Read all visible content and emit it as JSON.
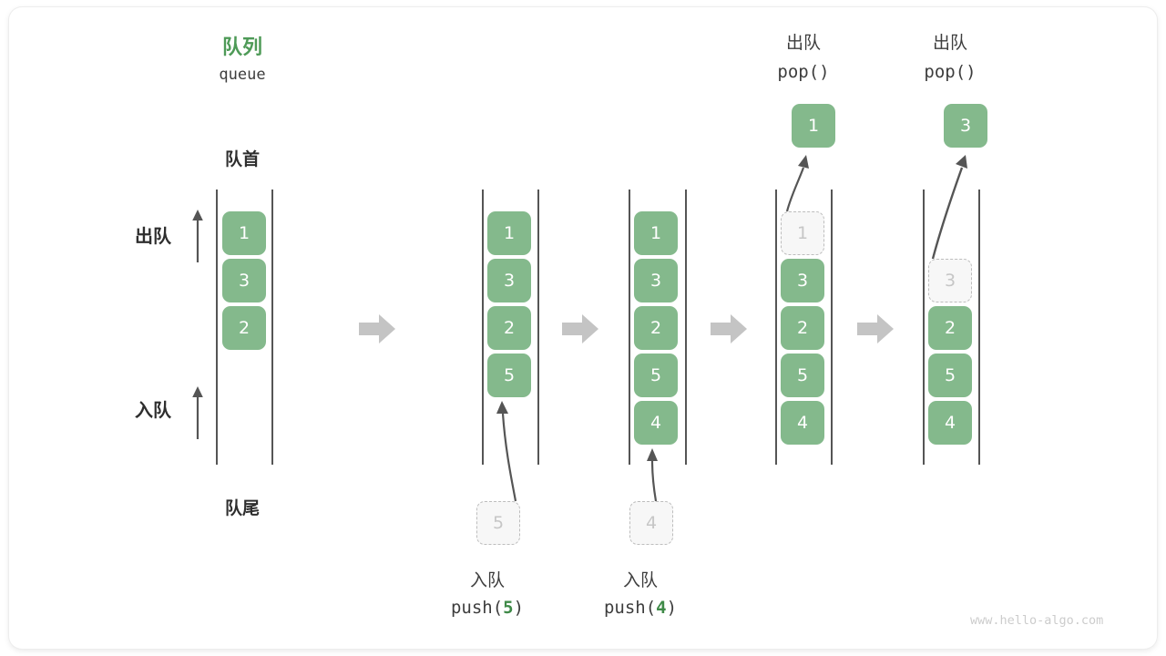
{
  "diagram": {
    "title_cn": "队列",
    "title_en": "queue",
    "front_label": "队首",
    "rear_label": "队尾",
    "dequeue_side_label": "出队",
    "enqueue_side_label": "入队",
    "watermark": "www.hello-algo.com",
    "accent_green": "#4E9A57",
    "cell_green": "#84b98c",
    "ghost_gray": "#c6c6c6",
    "rail_gray": "#555555",
    "flow_arrow_gray": "#c4c4c4"
  },
  "columns": [
    {
      "id": "initial",
      "header_cn": "",
      "header_code": "",
      "cells": [
        "1",
        "3",
        "2"
      ],
      "ghost_index": -1,
      "caption_cn": "",
      "caption_code_prefix": "",
      "caption_code_num": "",
      "caption_code_suffix": "",
      "incoming_value": "",
      "popped_value": ""
    },
    {
      "id": "push-5",
      "header_cn": "",
      "header_code": "",
      "cells": [
        "1",
        "3",
        "2",
        "5"
      ],
      "ghost_index": -1,
      "caption_cn": "入队",
      "caption_code_prefix": "push(",
      "caption_code_num": "5",
      "caption_code_suffix": ")",
      "incoming_value": "5",
      "popped_value": ""
    },
    {
      "id": "push-4",
      "header_cn": "",
      "header_code": "",
      "cells": [
        "1",
        "3",
        "2",
        "5",
        "4"
      ],
      "ghost_index": -1,
      "caption_cn": "入队",
      "caption_code_prefix": "push(",
      "caption_code_num": "4",
      "caption_code_suffix": ")",
      "incoming_value": "4",
      "popped_value": ""
    },
    {
      "id": "pop-1",
      "header_cn": "出队",
      "header_code": "pop()",
      "cells": [
        "1",
        "3",
        "2",
        "5",
        "4"
      ],
      "ghost_index": 0,
      "caption_cn": "",
      "caption_code_prefix": "",
      "caption_code_num": "",
      "caption_code_suffix": "",
      "incoming_value": "",
      "popped_value": "1"
    },
    {
      "id": "pop-3",
      "header_cn": "出队",
      "header_code": "pop()",
      "cells": [
        "3",
        "2",
        "5",
        "4"
      ],
      "ghost_index": 0,
      "caption_cn": "",
      "caption_code_prefix": "",
      "caption_code_num": "",
      "caption_code_suffix": "",
      "incoming_value": "",
      "popped_value": "3"
    }
  ],
  "chart_data": {
    "type": "diagram",
    "title": "队列 queue",
    "description": "Queue FIFO operations: push(5), push(4), pop() returning 1, pop() returning 3",
    "states": [
      {
        "label": "initial",
        "contents": [
          "1",
          "3",
          "2"
        ]
      },
      {
        "label": "push(5)",
        "contents": [
          "1",
          "3",
          "2",
          "5"
        ]
      },
      {
        "label": "push(4)",
        "contents": [
          "1",
          "3",
          "2",
          "5",
          "4"
        ]
      },
      {
        "label": "pop() -> 1",
        "contents": [
          "3",
          "2",
          "5",
          "4"
        ]
      },
      {
        "label": "pop() -> 3",
        "contents": [
          "2",
          "5",
          "4"
        ]
      }
    ]
  }
}
